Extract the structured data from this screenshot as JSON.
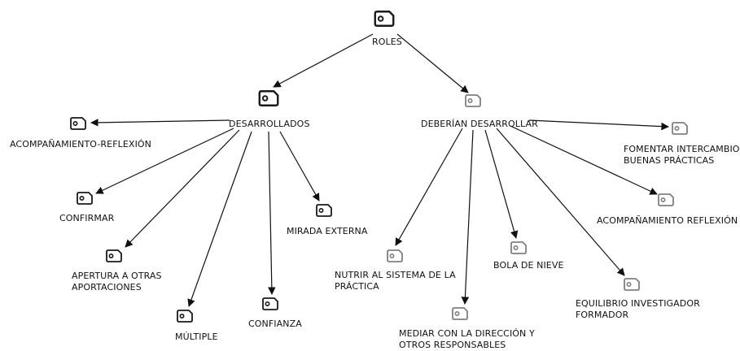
{
  "diagram": {
    "root": "ROLES",
    "branches": [
      {
        "label": "DESARROLLADOS",
        "children": [
          "ACOMPAÑAMIENTO-REFLEXIÓN",
          "CONFIRMAR",
          "APERTURA A OTRAS\nAPORTACIONES",
          "MÚLTIPLE",
          "CONFIANZA",
          "MIRADA EXTERNA"
        ]
      },
      {
        "label": "DEBERÍAN DESARROLLAR",
        "children": [
          "NUTRIR AL SISTEMA DE LA\nPRÁCTICA",
          "MEDIAR CON LA DIRECCIÓN Y\nOTROS RESPONSABLES",
          "BOLA DE NIEVE",
          "EQUILIBRIO INVESTIGADOR\nFORMADOR",
          "ACOMPAÑAMIENTO REFLEXIÓN",
          "FOMENTAR INTERCAMBIO\nBUENAS PRÁCTICAS"
        ]
      }
    ]
  },
  "icon_names": {
    "node": "tag-icon"
  },
  "colors": {
    "main_icon": "#1a1a1a",
    "secondary_icon": "#808080",
    "arrow": "#111111",
    "text": "#111111"
  }
}
